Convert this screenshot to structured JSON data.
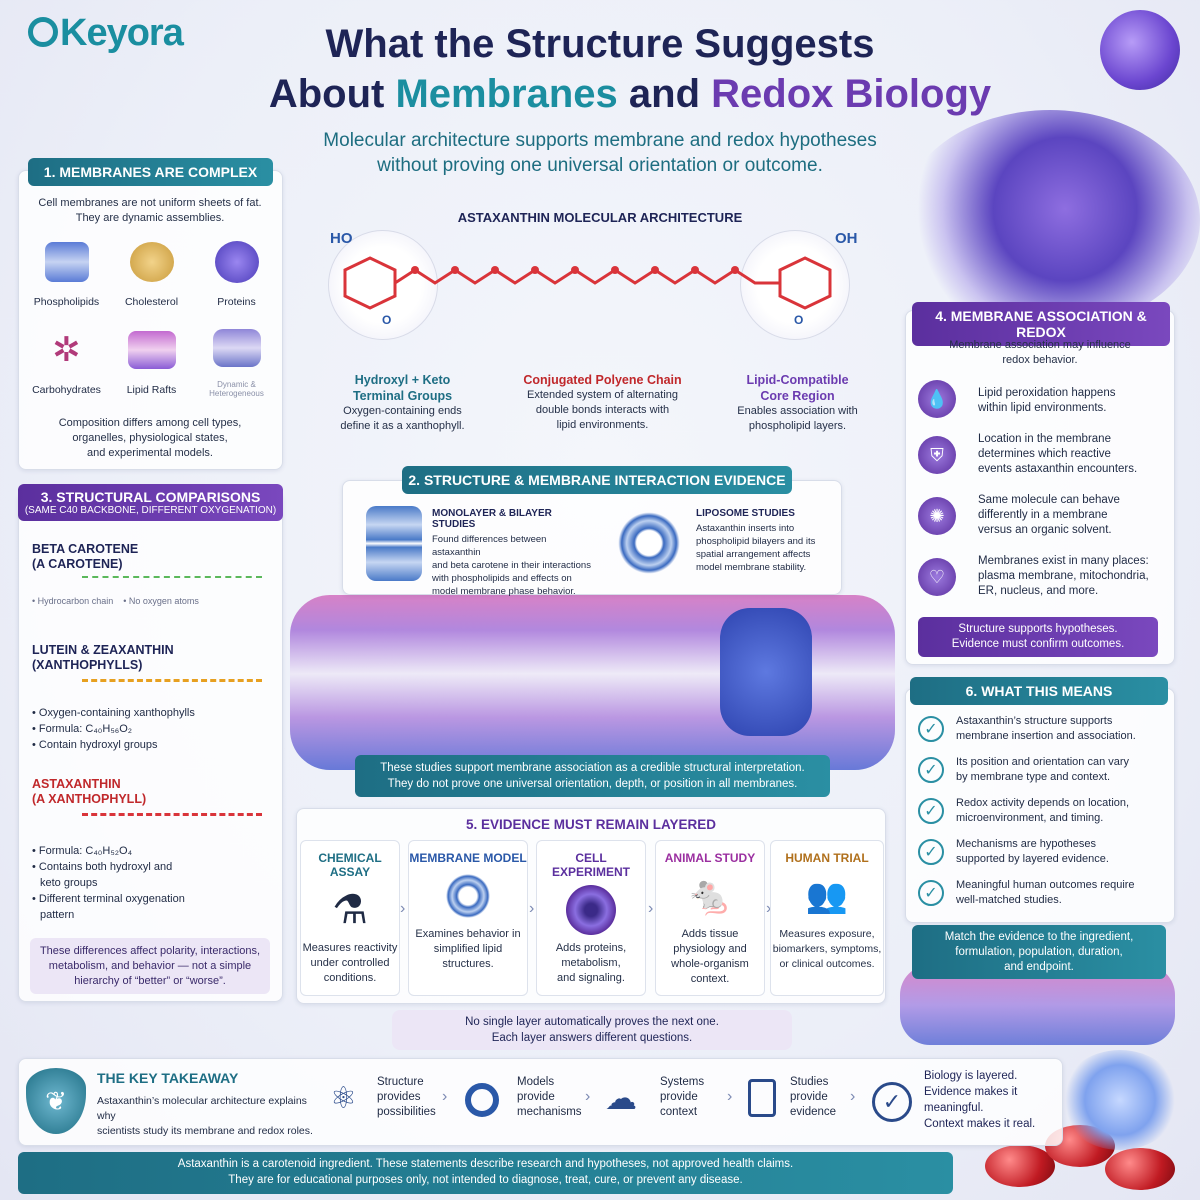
{
  "brand": "Keyora",
  "title": {
    "line1": "What the Structure Suggests",
    "line2_a": "About ",
    "line2_b": "Membranes",
    "line2_c": " and ",
    "line2_d": "Redox Biology"
  },
  "subtitle": {
    "line1": "Molecular architecture supports membrane and redox hypotheses",
    "line2": "without proving one universal orientation or outcome."
  },
  "section1": {
    "header": "1. MEMBRANES ARE COMPLEX",
    "intro1": "Cell membranes are not uniform sheets of fat.",
    "intro2": "They are dynamic assemblies.",
    "tiles": [
      "Phospholipids",
      "Cholesterol",
      "Proteins",
      "Carbohydrates",
      "Lipid Rafts",
      "Dynamic & Heterogeneous"
    ],
    "footer1": "Composition differs among cell types,",
    "footer2": "organelles, physiological states,",
    "footer3": "and experimental models."
  },
  "architecture": {
    "header": "ASTAXANTHIN MOLECULAR ARCHITECTURE",
    "ho": "HO",
    "oh": "OH",
    "o_left": "O",
    "o_right": "O",
    "cols": [
      {
        "title1": "Hydroxyl + Keto",
        "title2": "Terminal Groups",
        "d1": "Oxygen-containing ends",
        "d2": "define it as a xanthophyll.",
        "color": "#1e6e84"
      },
      {
        "title1": "Conjugated Polyene Chain",
        "title2": "",
        "d1": "Extended system of alternating",
        "d2": "double bonds interacts with",
        "d3": "lipid environments.",
        "color": "#c0282b"
      },
      {
        "title1": "Lipid-Compatible",
        "title2": "Core Region",
        "d1": "Enables association with",
        "d2": "phospholipid layers.",
        "color": "#6b3bb0"
      }
    ]
  },
  "section3": {
    "header": "3. STRUCTURAL COMPARISONS",
    "subheader": "(SAME C40 BACKBONE, DIFFERENT OXYGENATION)",
    "beta": {
      "name1": "BETA CAROTENE",
      "name2": "(A CAROTENE)",
      "b1": "Hydrocarbon",
      "b1b": "chain",
      "b2": "No oxygen atoms"
    },
    "lutein": {
      "name1": "LUTEIN & ZEAXANTHIN",
      "name2": "(XANTHOPHYLLS)",
      "b1": "Oxygen-containing xanthophylls",
      "b2": "Formula: C₄₀H₅₆O₂",
      "b3": "Contain hydroxyl groups"
    },
    "asta": {
      "name1": "ASTAXANTHIN",
      "name2": "(A XANTHOPHYLL)",
      "b1": "Formula: C₄₀H₅₂O₄",
      "b2": "Contains both hydroxyl and",
      "b2b": "keto groups",
      "b3": "Different terminal oxygenation",
      "b3b": "pattern"
    },
    "footer1": "These differences affect polarity, interactions,",
    "footer2": "metabolism, and behavior — not a simple",
    "footer3": "hierarchy of “better” or “worse”."
  },
  "section2": {
    "header": "2. STRUCTURE & MEMBRANE INTERACTION EVIDENCE",
    "mono_title": "MONOLAYER & BILAYER STUDIES",
    "mono_text": [
      "Found differences between astaxanthin",
      "and beta carotene in their interactions",
      "with phospholipids and effects on",
      "model membrane phase behavior."
    ],
    "lipo_title": "LIPOSOME STUDIES",
    "lipo_text": [
      "Astaxanthin inserts into",
      "phospholipid bilayers and its",
      "spatial arrangement affects",
      "model membrane stability."
    ],
    "banner1": "These studies support membrane association as a credible structural interpretation.",
    "banner2": "They do not prove one universal orientation, depth, or position in all membranes."
  },
  "section4": {
    "header": "4. MEMBRANE ASSOCIATION & REDOX",
    "intro1": "Membrane association may influence",
    "intro2": "redox behavior.",
    "items": [
      {
        "icon": "droplet-icon",
        "l1": "Lipid peroxidation happens",
        "l2": "within lipid environments.",
        "l3": ""
      },
      {
        "icon": "shield-icon",
        "l1": "Location in the membrane",
        "l2": "determines which reactive",
        "l3": "events astaxanthin encounters."
      },
      {
        "icon": "molecule-icon",
        "l1": "Same molecule can behave",
        "l2": "differently in a membrane",
        "l3": "versus an organic solvent."
      },
      {
        "icon": "heart-icon",
        "l1": "Membranes exist in many places:",
        "l2": "plasma membrane, mitochondria,",
        "l3": "ER, nucleus, and more."
      }
    ],
    "banner1": "Structure supports hypotheses.",
    "banner2": "Evidence must confirm outcomes."
  },
  "section5": {
    "header": "5. EVIDENCE MUST REMAIN LAYERED",
    "stages": [
      {
        "title": "CHEMICAL ASSAY",
        "d1": "Measures reactivity",
        "d2": "under controlled",
        "d3": "conditions.",
        "color": "#1e6e84"
      },
      {
        "title": "MEMBRANE MODEL",
        "d1": "Examines behavior in",
        "d2": "simplified lipid",
        "d3": "structures.",
        "color": "#2a58a8"
      },
      {
        "title": "CELL EXPERIMENT",
        "d1": "Adds proteins,",
        "d2": "metabolism,",
        "d3": "and signaling.",
        "color": "#5b2f9e"
      },
      {
        "title": "ANIMAL STUDY",
        "d1": "Adds tissue",
        "d2": "physiology and",
        "d3": "whole-organism context.",
        "color": "#9b2fa0"
      },
      {
        "title": "HUMAN TRIAL",
        "d1": "Measures exposure,",
        "d2": "biomarkers, symptoms,",
        "d3": "or clinical outcomes.",
        "color": "#b0701c"
      }
    ],
    "footer1": "No single layer automatically proves the next one.",
    "footer2": "Each layer answers different questions."
  },
  "section6": {
    "header": "6. WHAT THIS MEANS",
    "items": [
      {
        "l1": "Astaxanthin’s structure supports",
        "l2": "membrane insertion and association."
      },
      {
        "l1": "Its position and orientation can vary",
        "l2": "by membrane type and context."
      },
      {
        "l1": "Redox activity depends on location,",
        "l2": "microenvironment, and timing."
      },
      {
        "l1": "Mechanisms are hypotheses",
        "l2": "supported by layered evidence."
      },
      {
        "l1": "Meaningful human outcomes require",
        "l2": "well-matched studies."
      }
    ],
    "banner1": "Match the evidence to the ingredient,",
    "banner2": "formulation, population, duration,",
    "banner3": "and endpoint."
  },
  "takeaway": {
    "title": "THE KEY TAKEAWAY",
    "text1": "Astaxanthin’s molecular architecture explains why",
    "text2": "scientists study its membrane and redox roles.",
    "steps": [
      {
        "l1": "Structure",
        "l2": "provides",
        "l3": "possibilities"
      },
      {
        "l1": "Models",
        "l2": "provide",
        "l3": "mechanisms"
      },
      {
        "l1": "Systems",
        "l2": "provide",
        "l3": "context"
      },
      {
        "l1": "Studies",
        "l2": "provide",
        "l3": "evidence"
      }
    ],
    "final1": "Biology is layered.",
    "final2": "Evidence makes it",
    "final3": "meaningful.",
    "final4": "Context makes it real."
  },
  "disclaimer": {
    "l1": "Astaxanthin is a carotenoid ingredient. These statements describe research and hypotheses, not approved health claims.",
    "l2": "They are for educational purposes only, not intended to diagnose, treat, cure, or prevent any disease."
  },
  "colors": {
    "teal": "#1b8ea0",
    "navy": "#1e2456",
    "purple": "#6b3bb0",
    "red": "#c0282b"
  }
}
